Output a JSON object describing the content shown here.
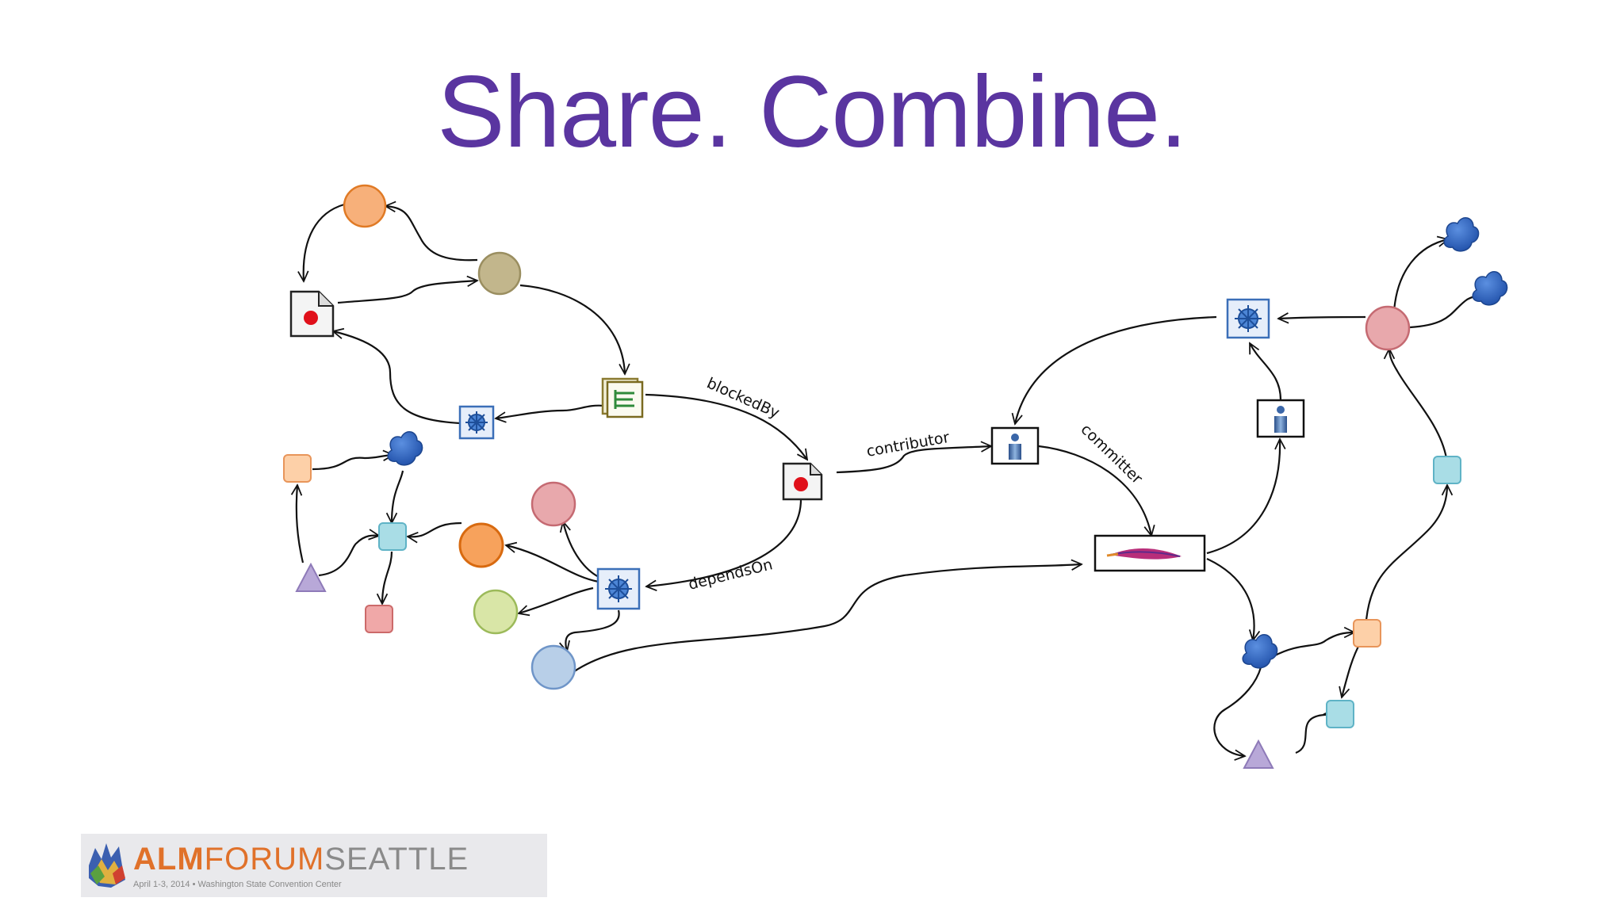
{
  "slide": {
    "title": "Share. Combine."
  },
  "edge_labels": {
    "blocked_by": "blockedBy",
    "contributor": "contributor",
    "committer": "committer",
    "depends_on": "dependsOn"
  },
  "logo": {
    "alm": "ALM",
    "forum": "FORUM",
    "seattle": "SEATTLE",
    "subtitle": "April 1-3, 2014 • Washington State Convention Center"
  },
  "colors": {
    "title": "#5a35a0",
    "orange_node": "#f7a25c",
    "olive_node": "#c2b68c",
    "pink_node": "#e8a8ac",
    "green_node": "#d9e6a7",
    "blue_node": "#b8cfe8",
    "cyan_square": "#a9dde6",
    "blob": "#2c63c0",
    "triangle": "#b8a8d8"
  }
}
